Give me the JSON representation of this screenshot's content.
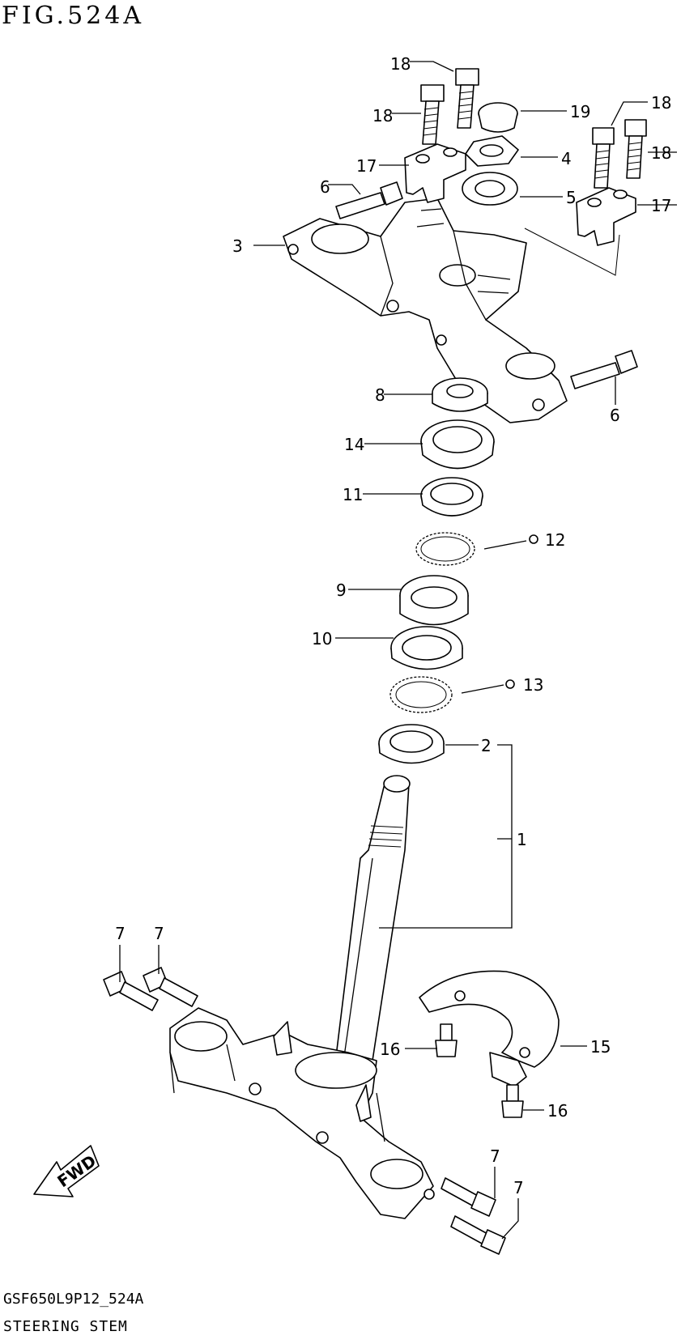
{
  "figure": {
    "title": "FIG.524A",
    "code": "GSF650L9P12_524A",
    "name": "STEERING STEM",
    "fwd_label": "FWD"
  },
  "callouts": {
    "c1": "1",
    "c2": "2",
    "c3": "3",
    "c4": "4",
    "c5": "5",
    "c6a": "6",
    "c6b": "6",
    "c7a": "7",
    "c7b": "7",
    "c7c": "7",
    "c7d": "7",
    "c8": "8",
    "c9": "9",
    "c10": "10",
    "c11": "11",
    "c12": "12",
    "c13": "13",
    "c14": "14",
    "c15": "15",
    "c16a": "16",
    "c16b": "16",
    "c17a": "17",
    "c17b": "17",
    "c18a": "18",
    "c18b": "18",
    "c18c": "18",
    "c18d": "18",
    "c19": "19"
  }
}
